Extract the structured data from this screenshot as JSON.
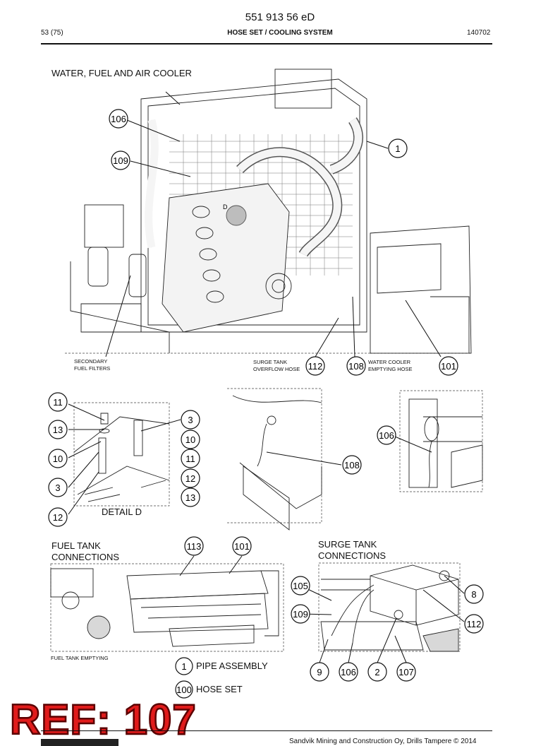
{
  "header": {
    "doc_number": "551 913 56 eD",
    "page": "53 (75)",
    "section_title": "HOSE SET / COOLING SYSTEM",
    "date_code": "140702"
  },
  "labels": {
    "main_view": "WATER, FUEL AND AIR COOLER",
    "secondary_fuel_filters_1": "SECONDARY",
    "secondary_fuel_filters_2": "FUEL FILTERS",
    "surge_tank_overflow_1": "SURGE TANK",
    "surge_tank_overflow_2": "OVERFLOW HOSE",
    "water_cooler_emptying_1": "WATER COOLER",
    "water_cooler_emptying_2": "EMPTYING HOSE",
    "detail_d": "DETAIL D",
    "detail_letter": "D",
    "fuel_tank_connections_1": "FUEL TANK",
    "fuel_tank_connections_2": "CONNECTIONS",
    "surge_tank_connections_1": "SURGE TANK",
    "surge_tank_connections_2": "CONNECTIONS",
    "fuel_tank_emptying": "FUEL TANK EMPTYING"
  },
  "legend": [
    {
      "number": "1",
      "text": "PIPE ASSEMBLY"
    },
    {
      "number": "100",
      "text": "HOSE SET"
    }
  ],
  "callouts": {
    "main": [
      "106",
      "109",
      "1",
      "112",
      "108",
      "101"
    ],
    "detail_d_left": [
      "11",
      "13",
      "10",
      "3",
      "12"
    ],
    "detail_d_right": [
      "3",
      "10",
      "11",
      "12",
      "13"
    ],
    "hose_108": [
      "108"
    ],
    "hose_106": [
      "106"
    ],
    "fuel_tank": [
      "113",
      "101"
    ],
    "surge_tank": [
      "105",
      "109",
      "8",
      "112",
      "9",
      "106",
      "2",
      "107"
    ]
  },
  "stamp": "REF: 107",
  "footer": {
    "copyright": "Sandvik Mining and Construction Oy, Drills Tampere © 2014"
  },
  "colors": {
    "stamp_fill": "#e01b1b",
    "stamp_outline": "#5a0000",
    "text": "#111111"
  }
}
